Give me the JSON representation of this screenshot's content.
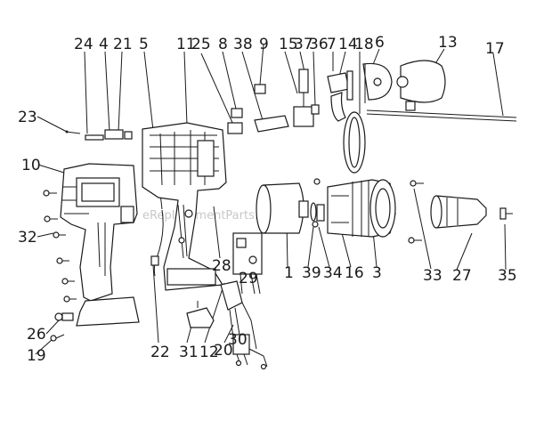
{
  "watermark": "eReplacementParts.com",
  "callouts": [
    {
      "id": "c24",
      "label": "24"
    },
    {
      "id": "c4",
      "label": "4"
    },
    {
      "id": "c21",
      "label": "21"
    },
    {
      "id": "c5",
      "label": "5"
    },
    {
      "id": "c11",
      "label": "11"
    },
    {
      "id": "c25",
      "label": "25"
    },
    {
      "id": "c8",
      "label": "8"
    },
    {
      "id": "c38",
      "label": "38"
    },
    {
      "id": "c9",
      "label": "9"
    },
    {
      "id": "c15",
      "label": "15"
    },
    {
      "id": "c37",
      "label": "37"
    },
    {
      "id": "c36",
      "label": "36"
    },
    {
      "id": "c7",
      "label": "7"
    },
    {
      "id": "c14",
      "label": "14"
    },
    {
      "id": "c18",
      "label": "18"
    },
    {
      "id": "c6",
      "label": "6"
    },
    {
      "id": "c13",
      "label": "13"
    },
    {
      "id": "c17",
      "label": "17"
    },
    {
      "id": "c23",
      "label": "23"
    },
    {
      "id": "c10",
      "label": "10"
    },
    {
      "id": "c32",
      "label": "32"
    },
    {
      "id": "c26",
      "label": "26"
    },
    {
      "id": "c19",
      "label": "19"
    },
    {
      "id": "c22",
      "label": "22"
    },
    {
      "id": "c31",
      "label": "31"
    },
    {
      "id": "c12",
      "label": "12"
    },
    {
      "id": "c20",
      "label": "20"
    },
    {
      "id": "c30",
      "label": "30"
    },
    {
      "id": "c28",
      "label": "28"
    },
    {
      "id": "c29",
      "label": "29"
    },
    {
      "id": "c1",
      "label": "1"
    },
    {
      "id": "c39",
      "label": "39"
    },
    {
      "id": "c34",
      "label": "34"
    },
    {
      "id": "c16",
      "label": "16"
    },
    {
      "id": "c3",
      "label": "3"
    },
    {
      "id": "c33",
      "label": "33"
    },
    {
      "id": "c27",
      "label": "27"
    },
    {
      "id": "c35",
      "label": "35"
    }
  ]
}
